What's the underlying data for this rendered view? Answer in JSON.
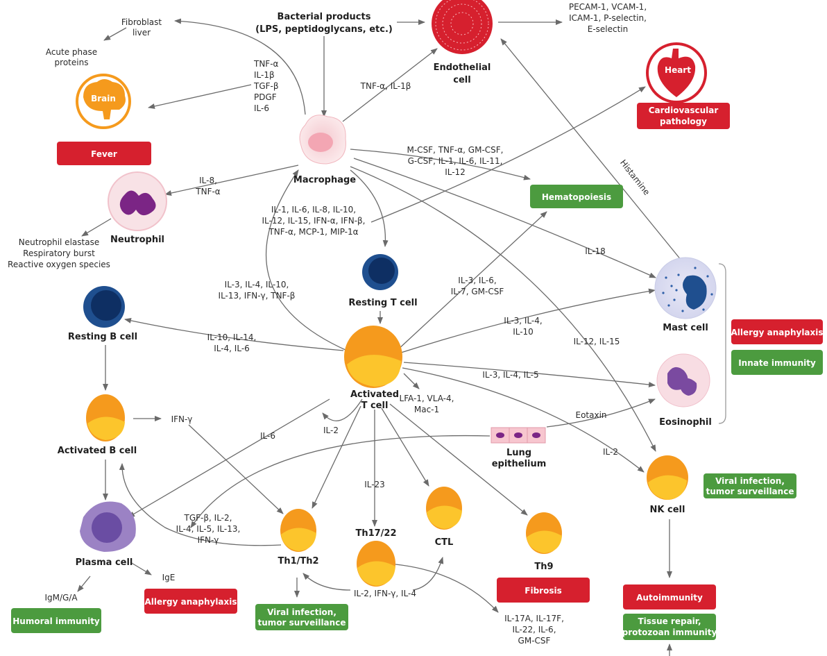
{
  "colors": {
    "red": "#d6202e",
    "green": "#4c9b3f",
    "orange": "#f59a1d",
    "yellow": "#fcc52c",
    "blue": "#1f4f8f",
    "purple": "#7a4aa0"
  },
  "labels": {
    "bacterial": [
      "Bacterial products",
      "(LPS, peptidoglycans, etc.)"
    ],
    "fibro": [
      "Fibroblast",
      "liver"
    ],
    "acute": [
      "Acute phase",
      "proteins"
    ],
    "tnf_list": [
      "TNF-α",
      "IL-1β",
      "TGF-β",
      "PDGF",
      "IL-6"
    ],
    "endo_tnf": "TNF-α, IL-1β",
    "pecam": [
      "PECAM-1, VCAM-1,",
      "ICAM-1, P-selectin,",
      "E-selectin"
    ],
    "mcsf": [
      "M-CSF, TNF-α, GM-CSF,",
      "G-CSF, IL-1, IL-6, IL-11,",
      "IL-12"
    ],
    "il8": [
      "IL-8,",
      "TNF-α"
    ],
    "neut_prod": [
      "Neutrophil elastase",
      "Respiratory burst",
      "Reactive oxygen species"
    ],
    "il1_list": [
      "IL-1, IL-6, IL-8, IL-10,",
      "IL-12, IL-15, IFN-α, IFN-β,",
      "TNF-α, MCP-1, MIP-1α"
    ],
    "histamine": "Histamine",
    "il18": "IL-18",
    "il3_list": [
      "IL-3, IL-4, IL-10,",
      "IL-13, IFN-γ, TNF-β"
    ],
    "il3_il6": [
      "IL-3, IL-6,",
      "IL-7, GM-CSF"
    ],
    "il3_il4_il10": [
      "IL-3, IL-4,",
      "IL-10"
    ],
    "il12_15": "IL-12, IL-15",
    "il10_list": [
      "IL-10, IL-14,",
      "IL-4, IL-6"
    ],
    "il3_il4_il5": "IL-3, IL-4, IL-5",
    "lfa": [
      "LFA-1, VLA-4,",
      "Mac-1"
    ],
    "eotaxin": "Eotaxin",
    "ifng": "IFN-γ",
    "il6": "IL-6",
    "il2a": "IL-2",
    "il2b": "IL-2",
    "il23": "IL-23",
    "tgf_list": [
      "TGF-β, IL-2,",
      "IL-4, IL-5, IL-13,",
      "IFN-γ"
    ],
    "il2_ifn": "IL-2, IFN-γ, IL-4",
    "ige": "IgE",
    "igm": "IgM/G/A",
    "il17": [
      "IL-17A, IL-17F,",
      "IL-22, IL-6,",
      "GM-CSF"
    ]
  },
  "cells": {
    "brain": "Brain",
    "heart": "Heart",
    "endothelial": [
      "Endothelial",
      "cell"
    ],
    "macrophage": "Macrophage",
    "neutrophil": "Neutrophil",
    "resting_t": "Resting T cell",
    "resting_b": "Resting B cell",
    "activated_t": [
      "Activated",
      "T cell"
    ],
    "mast": "Mast cell",
    "eosinophil": "Eosinophil",
    "activated_b": "Activated B cell",
    "lung": [
      "Lung",
      "epithelium"
    ],
    "nk": "NK cell",
    "plasma": "Plasma cell",
    "th1": "Th1/Th2",
    "th17": "Th17/22",
    "ctl": "CTL",
    "th9": "Th9"
  },
  "badges": {
    "fever": "Fever",
    "cardio": [
      "Cardiovascular",
      "pathology"
    ],
    "hemato": "Hematopoiesis",
    "allergy1": "Allergy anaphylaxis",
    "innate": "Innate immunity",
    "viral_nk": [
      "Viral infection,",
      "tumor surveillance"
    ],
    "allergy2": "Allergy anaphylaxis",
    "humoral": "Humoral immunity",
    "viral_th": [
      "Viral infection,",
      "tumor surveillance"
    ],
    "fibrosis": "Fibrosis",
    "autoimmunity": "Autoimmunity",
    "tissue": [
      "Tissue repair,",
      "protozoan immunity"
    ]
  }
}
